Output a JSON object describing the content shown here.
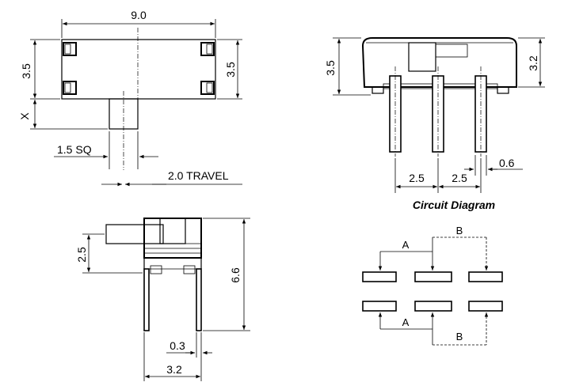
{
  "top_view": {
    "width_label": "9.0",
    "height_left_label": "3.5",
    "height_right_label": "3.5",
    "x_label": "X",
    "sq_label": "1.5 SQ",
    "travel_label": "2.0 TRAVEL"
  },
  "front_view": {
    "height_label": "3.5",
    "right_label": "3.2",
    "pitch_left_label": "2.5",
    "pitch_right_label": "2.5",
    "pin_width_label": "0.6"
  },
  "side_view": {
    "actuator_label": "2.5",
    "height_label": "6.6",
    "pin_label": "0.3",
    "width_label": "3.2"
  },
  "circuit": {
    "title": "Circuit Diagram",
    "label_a_top": "A",
    "label_b_top": "B",
    "label_a_bottom": "A",
    "label_b_bottom": "B"
  }
}
